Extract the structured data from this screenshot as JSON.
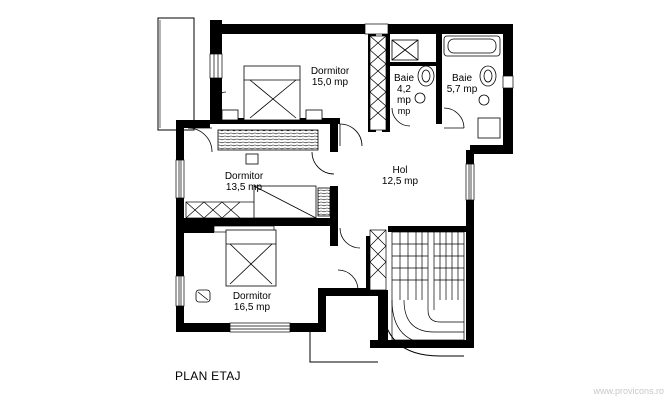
{
  "plan": {
    "title": "PLAN ETAJ",
    "watermark": "www.provicons.ro",
    "rooms": [
      {
        "id": "dormitor-1",
        "name": "Dormitor",
        "area": "15,0 mp"
      },
      {
        "id": "baie-1",
        "name": "Baie",
        "area": "4,2 mp"
      },
      {
        "id": "baie-2",
        "name": "Baie",
        "area": "5,7 mp"
      },
      {
        "id": "dormitor-2",
        "name": "Dormitor",
        "area": "13,5 mp"
      },
      {
        "id": "hol",
        "name": "Hol",
        "area": "12,5 mp"
      },
      {
        "id": "dormitor-3",
        "name": "Dormitor",
        "area": "16,5 mp"
      }
    ]
  },
  "colors": {
    "wall": "#000000",
    "background": "#ffffff",
    "watermark": "#c8c8c8"
  }
}
